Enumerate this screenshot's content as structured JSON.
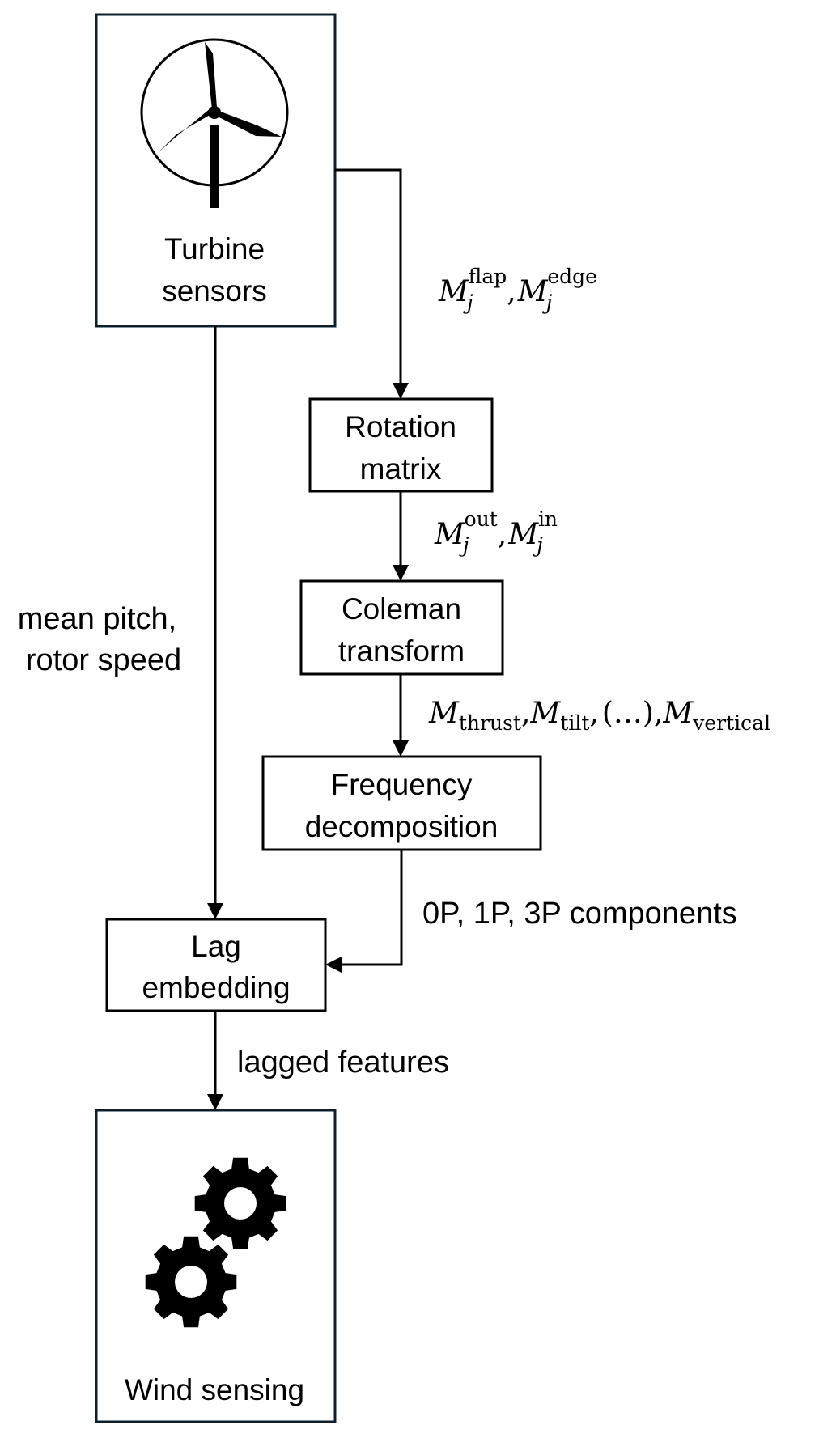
{
  "nodes": {
    "turbine": {
      "line1": "Turbine",
      "line2": "sensors",
      "icon": "wind-turbine-icon"
    },
    "rotation": {
      "line1": "Rotation",
      "line2": "matrix"
    },
    "coleman": {
      "line1": "Coleman",
      "line2": "transform"
    },
    "frequency": {
      "line1": "Frequency",
      "line2": "decomposition"
    },
    "lag": {
      "line1": "Lag",
      "line2": "embedding"
    },
    "wind": {
      "line1": "Wind sensing",
      "icon": "gears-icon"
    }
  },
  "edges": {
    "blade_moments": {
      "symbol": "M",
      "sub": "j",
      "sup1": "flap",
      "sup2": "edge",
      "sep": ","
    },
    "rotated_moments": {
      "symbol": "M",
      "sub": "j",
      "sup1": "out",
      "sup2": "in",
      "sep": ","
    },
    "coleman_moments": {
      "symbol": "M",
      "sub1": "thrust",
      "sub2": "tilt",
      "ellipsis": "(…)",
      "sub3": "vertical",
      "sep": ","
    },
    "operating_point": {
      "line1": "mean pitch,",
      "line2": "rotor speed"
    },
    "components": {
      "text": "0P, 1P, 3P components"
    },
    "lagged": {
      "text": "lagged features"
    }
  }
}
